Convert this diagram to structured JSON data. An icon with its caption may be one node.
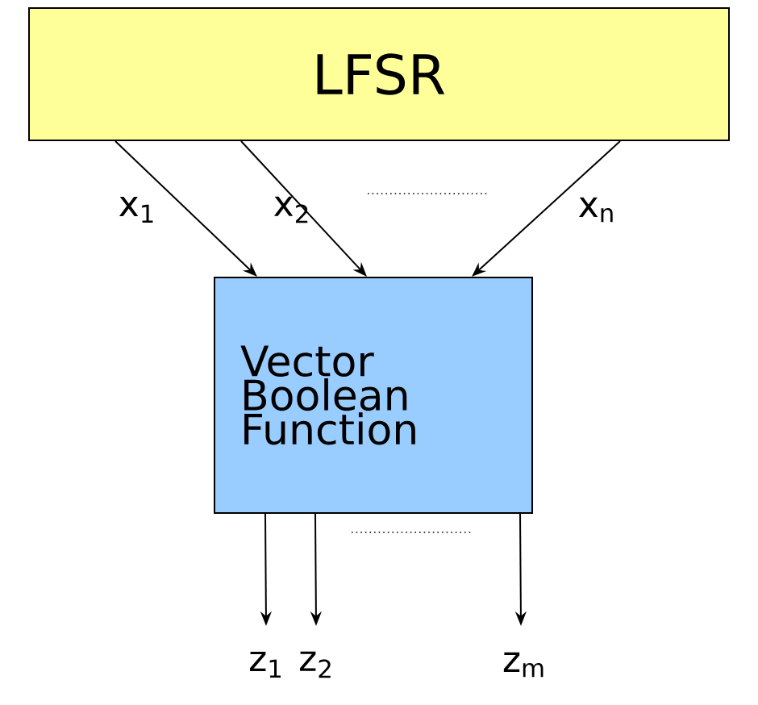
{
  "diagram": {
    "nodes": [
      {
        "text": [
          "LFSR"
        ]
      },
      {
        "text": [
          "Vector Boolean Function"
        ]
      }
    ],
    "edges": [
      {
        "from": 0,
        "to": 1,
        "arrow": "to",
        "label": "x$_{1}$"
      },
      {
        "from": 0,
        "to": 1,
        "arrow": "to",
        "label": "x$_{2}$"
      },
      {
        "from": 0,
        "to": 1,
        "arrow": "to",
        "label": "x$_{n}$"
      },
      {
        "from": 1,
        "to": null,
        "arrow": "to",
        "label": "z$_{1}$"
      },
      {
        "from": 1,
        "to": null,
        "arrow": "to",
        "label": "z$_{2}$"
      },
      {
        "from": 1,
        "to": null,
        "arrow": "to",
        "label": "z$_{m}$"
      }
    ]
  }
}
